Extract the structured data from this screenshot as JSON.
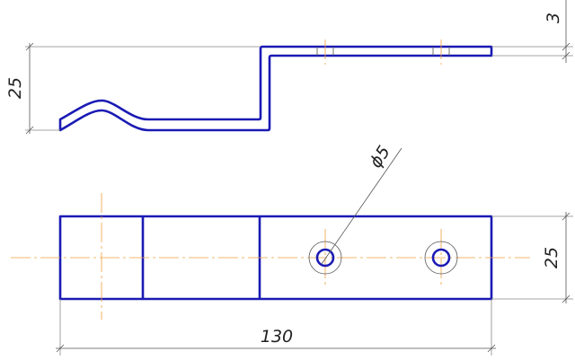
{
  "drawing": {
    "side_view": {
      "height_dimension": "25",
      "thickness_dimension": "3"
    },
    "top_view": {
      "hole_diameter_label": "ϕ5",
      "length_dimension": "130",
      "width_dimension": "25",
      "hole_count": 2
    },
    "colors": {
      "part_outline": "#1a1ab4",
      "center_line": "#f0a040",
      "dimension_line": "#555555"
    }
  }
}
